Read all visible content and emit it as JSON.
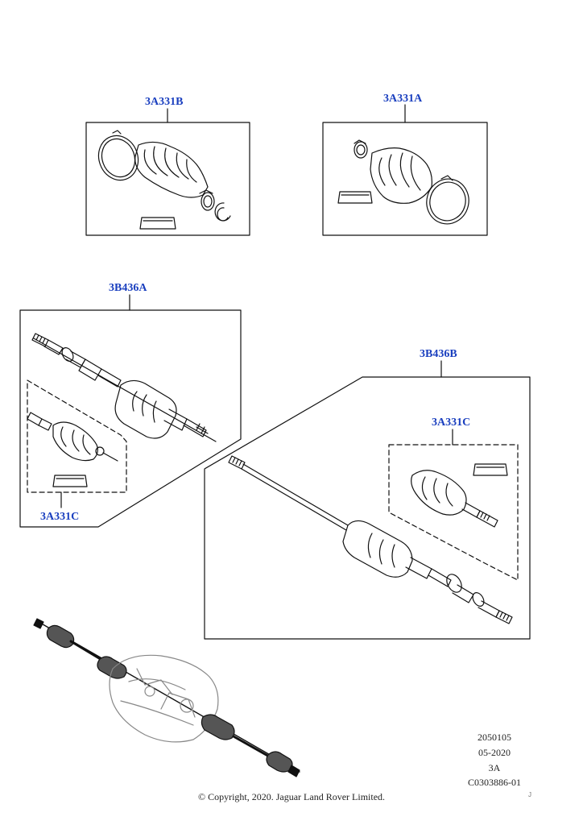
{
  "callouts": {
    "a331b": "3A331B",
    "a331a": "3A331A",
    "b436a": "3B436A",
    "b436b": "3B436B",
    "a331c_right": "3A331C",
    "a331c_left": "3A331C"
  },
  "info": {
    "line1": "2050105",
    "line2": "05-2020",
    "line3": "3A",
    "line4": "C0303886-01"
  },
  "copyright": "© Copyright, 2020. Jaguar Land Rover Limited.",
  "corner_mark": "J",
  "colors": {
    "callout": "#1a3fbf",
    "line": "#111111"
  }
}
